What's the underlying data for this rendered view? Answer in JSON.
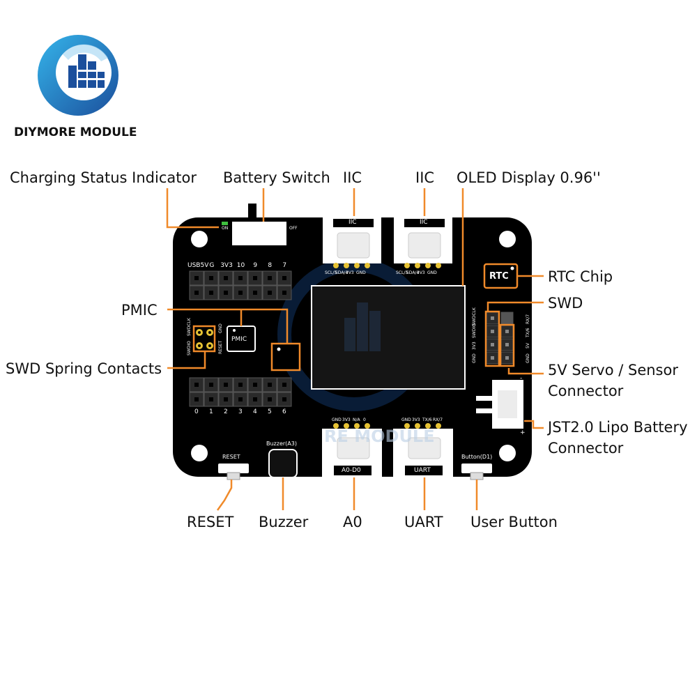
{
  "brand": {
    "name": "DIYMORE MODULE",
    "watermark": "RE MODULE",
    "colors": {
      "logo_blue": "#1e8fd6",
      "logo_dark": "#1b4f9c",
      "accent": "#f08a2a",
      "pcb": "#000000",
      "pin_gold": "#e6c234"
    }
  },
  "callouts": {
    "charging_status": "Charging Status Indicator",
    "battery_switch": "Battery Switch",
    "iic_1": "IIC",
    "iic_2": "IIC",
    "oled": "OLED Display 0.96''",
    "rtc": "RTC Chip",
    "swd": "SWD",
    "pmic": "PMIC",
    "swd_spring": "SWD Spring Contacts",
    "servo_line1": "5V Servo / Sensor",
    "servo_line2": "Connector",
    "jst_line1": "JST2.0 Lipo Battery",
    "jst_line2": "Connector",
    "reset": "RESET",
    "buzzer": "Buzzer",
    "a0": "A0",
    "uart": "UART",
    "user_button": "User Button"
  },
  "board": {
    "switch_on": "ON",
    "switch_off": "OFF",
    "top_header_labels": [
      "USB5V",
      "G",
      "3V3",
      "10",
      "9",
      "8",
      "7"
    ],
    "bottom_header_labels": [
      "0",
      "1",
      "2",
      "3",
      "4",
      "5",
      "6"
    ],
    "iic_connector_label": "IIC",
    "iic_pins": [
      "SCL/5",
      "SDA/4",
      "3V3",
      "GND"
    ],
    "rtc_chip": "RTC",
    "pmic_chip": "PMIC",
    "swd_header_pins": [
      "SWDCLK",
      "SWDIO",
      "3V3",
      "GND"
    ],
    "servo_pins": [
      "RX/7",
      "TX/6",
      "5V",
      "GND"
    ],
    "spring_labels": [
      "SWDCLK",
      "SWDIO",
      "GND",
      "RESET"
    ],
    "a0_connector_label": "A0-D0",
    "a0_pins": [
      "GND",
      "3V3",
      "N/A",
      "0"
    ],
    "uart_connector_label": "UART",
    "uart_pins": [
      "GND",
      "3V3",
      "TX/6",
      "RX/7"
    ],
    "reset_label": "RESET",
    "buzzer_label": "Buzzer(A3)",
    "button_label": "Button(D1)",
    "battery_minus": "-",
    "battery_plus": "+"
  }
}
